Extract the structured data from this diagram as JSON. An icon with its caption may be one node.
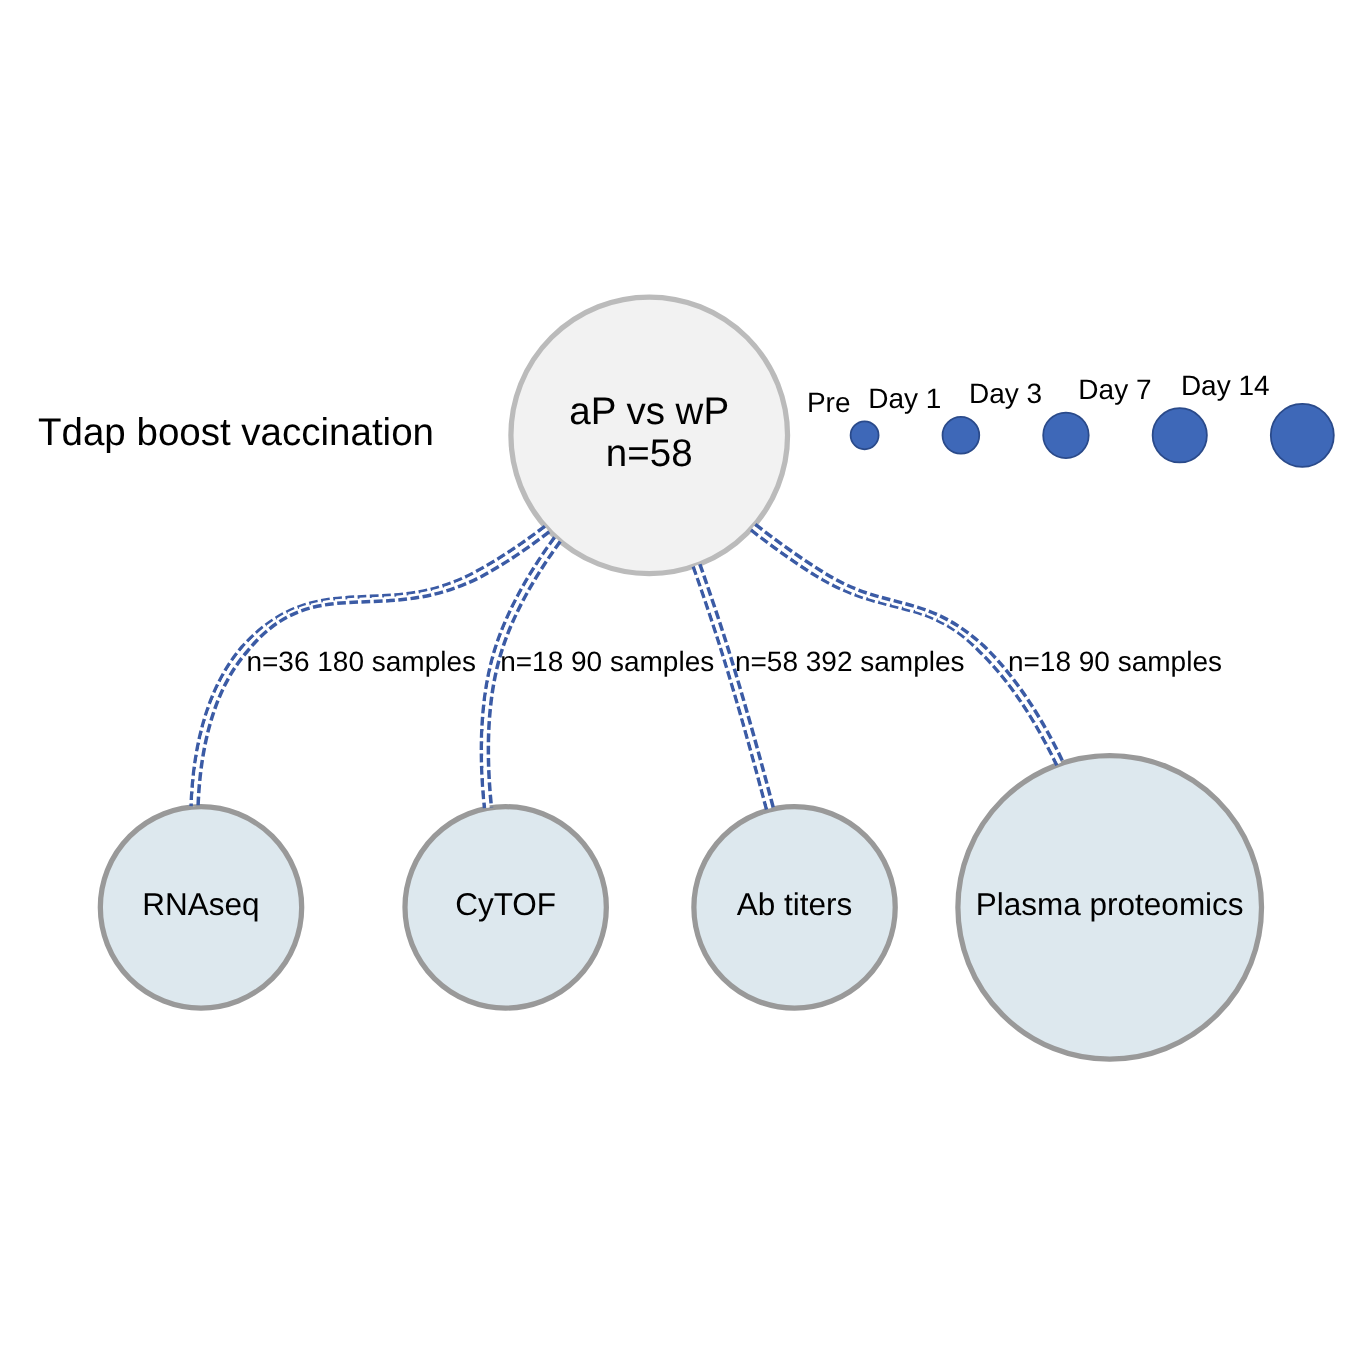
{
  "diagram": {
    "nodes": [
      {
        "text": [
          "aP vs wP",
          "n=58"
        ]
      },
      {
        "text": [],
        "shape": "circle",
        "beside": [
          "Pre"
        ]
      },
      {
        "text": [],
        "shape": "circle",
        "beside": [
          "Day 1"
        ]
      },
      {
        "text": [],
        "shape": "circle",
        "beside": [
          "Day 3"
        ]
      },
      {
        "text": [],
        "shape": "circle",
        "beside": [
          "Day 7"
        ]
      },
      {
        "text": [],
        "shape": "circle",
        "beside": [
          "Day 14"
        ]
      },
      {
        "text": [
          "RNAseq"
        ]
      },
      {
        "text": [
          "CyTOF"
        ]
      },
      {
        "text": [
          "Ab titers"
        ]
      },
      {
        "text": [
          "Plasma proteomics"
        ]
      }
    ],
    "edges": [
      {
        "from": 0,
        "to": 6,
        "arrow": "none",
        "style": "dashed",
        "label": "n=36 180 samples"
      },
      {
        "from": 0,
        "to": 7,
        "arrow": "none",
        "style": "dashed",
        "label": "n=18 90 samples"
      },
      {
        "from": 0,
        "to": 8,
        "arrow": "none",
        "style": "dashed",
        "label": "n=58 392 samples"
      },
      {
        "from": 0,
        "to": 9,
        "arrow": "none",
        "style": "dashed",
        "label": "n=18 90 samples"
      }
    ],
    "labels": [
      "Tdap boost vaccination"
    ]
  }
}
